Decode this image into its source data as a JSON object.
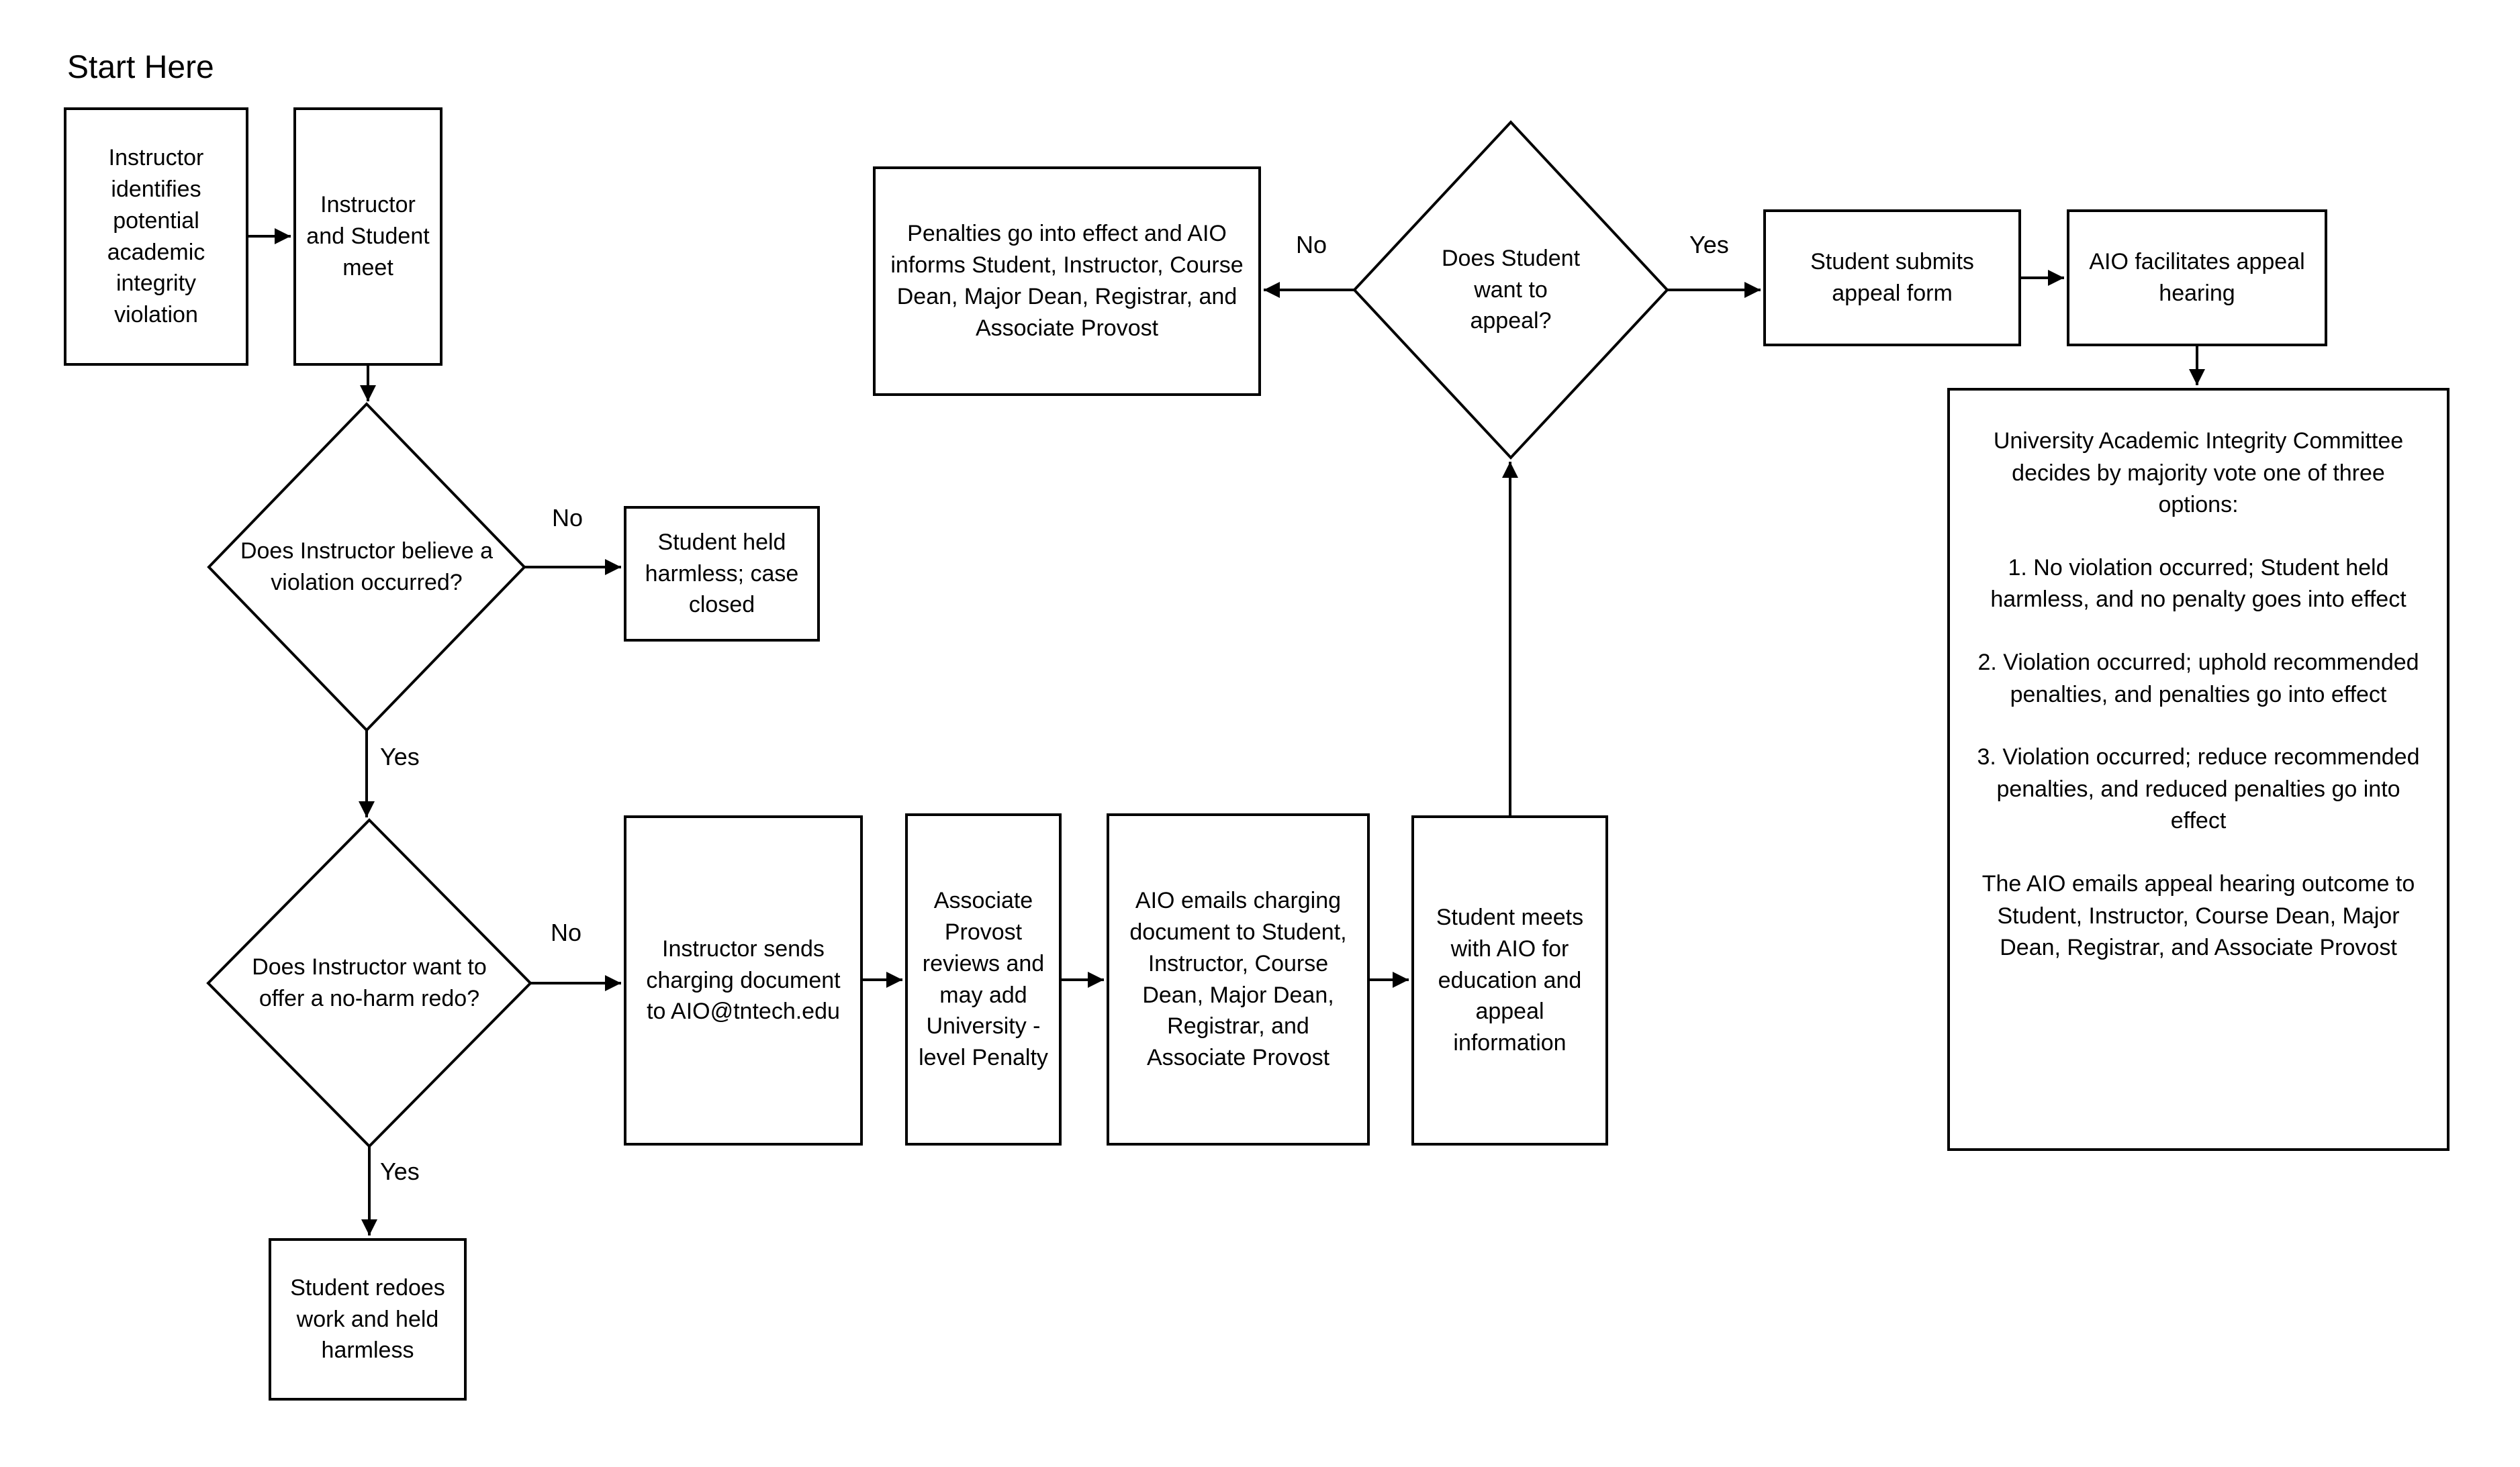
{
  "title": "Start Here",
  "colors": {
    "background": "#ffffff",
    "line": "#000000",
    "text": "#000000"
  },
  "nodes": {
    "identify": {
      "label": "Instructor identifies potential academic integrity violation"
    },
    "meet": {
      "label": "Instructor and Student meet"
    },
    "believe": {
      "label": "Does Instructor believe a violation occurred?"
    },
    "harmless_closed": {
      "label": "Student held harmless; case closed"
    },
    "redo": {
      "label": "Does Instructor want to offer a no-harm redo?"
    },
    "redoes": {
      "label": "Student redoes work and held harmless"
    },
    "charging": {
      "label": "Instructor sends charging document to AIO@tntech.edu"
    },
    "provost": {
      "label": "Associate Provost reviews and may add University -level Penalty"
    },
    "aio_emails": {
      "label": "AIO emails charging document to Student, Instructor, Course Dean, Major Dean, Registrar, and Associate Provost"
    },
    "meets_aio": {
      "label": "Student meets with AIO for education and appeal information"
    },
    "penalties": {
      "label": "Penalties go into effect and AIO informs Student, Instructor, Course Dean, Major Dean, Registrar, and Associate Provost"
    },
    "appeal": {
      "label": "Does Student want to appeal?"
    },
    "submit": {
      "label": "Student submits appeal form"
    },
    "facilitate": {
      "label": "AIO facilitates appeal hearing"
    }
  },
  "committee": {
    "intro": "University Academic Integrity Committee decides by majority vote one of three options:",
    "option1": "1. No violation occurred; Student held harmless, and no penalty goes into effect",
    "option2": "2. Violation occurred; uphold recommended penalties, and penalties go into effect",
    "option3": "3. Violation occurred; reduce recommended penalties, and reduced penalties go into effect",
    "outro": "The AIO emails appeal hearing outcome to Student, Instructor, Course Dean, Major Dean, Registrar, and Associate Provost"
  },
  "edges": {
    "believe_no": "No",
    "believe_yes": "Yes",
    "redo_no": "No",
    "redo_yes": "Yes",
    "appeal_no": "No",
    "appeal_yes": "Yes"
  }
}
